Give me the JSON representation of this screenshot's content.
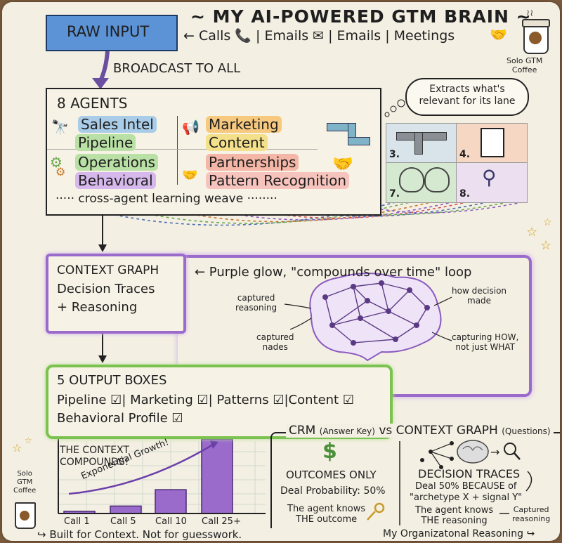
{
  "title": "~ MY AI-POWERED GTM BRAIN ~",
  "raw_input": "RAW INPUT",
  "input_sources": "← Calls 📞 | Emails ✉ | Emails | Meetings",
  "coffee_top": [
    "Solo GTM",
    "Coffee"
  ],
  "broadcast": "BROADCAST TO ALL",
  "agents": {
    "heading": "8 AGENTS",
    "items": [
      {
        "label": "Sales Intel",
        "color": "#a9cce8"
      },
      {
        "label": "Pipeline",
        "color": "#b9e0a5"
      },
      {
        "label": "Marketing",
        "color": "#f6c97f"
      },
      {
        "label": "Content",
        "color": "#f4e08a"
      },
      {
        "label": "Operations",
        "color": "#b9e0a5"
      },
      {
        "label": "Behavioral",
        "color": "#d6b8ec"
      },
      {
        "label": "Partnerships",
        "color": "#f4b6a6"
      },
      {
        "label": "Pattern Recognition",
        "color": "#f6c4bc"
      }
    ],
    "weave": "····· cross-agent learning weave ········"
  },
  "extract_bubble": [
    "Extracts what's",
    "relevant for its lane"
  ],
  "tiles": [
    "3.",
    "4.",
    "7.",
    "8."
  ],
  "context_graph": {
    "lines": [
      "CONTEXT GRAPH",
      "Decision Traces",
      "+ Reasoning"
    ],
    "note": "← Purple glow, \"compounds over time\" loop",
    "labels": {
      "captured_reasoning": [
        "captured",
        "reasoning"
      ],
      "captured_nodes": [
        "captured",
        "nades"
      ],
      "how_decision": [
        "how decision",
        "made"
      ],
      "capturing_how": [
        "capturing HOW,",
        "not just WHAT"
      ]
    }
  },
  "outputs": {
    "heading": "5 OUTPUT BOXES",
    "row1": [
      "Pipeline ☑",
      "| Marketing ☑",
      "| Patterns ☑",
      "|Content ☑"
    ],
    "row2": "Behavioral Profile ☑"
  },
  "compounds": {
    "title": [
      "THE CONTEXT",
      "COMPOUNDS!"
    ],
    "arrow_label": "Exponential Growth!",
    "coffee": [
      "Solo",
      "GTM",
      "Coffee"
    ]
  },
  "chart_data": {
    "type": "bar",
    "categories": [
      "Call 1",
      "Call 5",
      "Call 10",
      "Call 25+"
    ],
    "values": [
      3,
      10,
      32,
      100
    ]
  },
  "crm": {
    "heading_crm": "CRM",
    "heading_answer": "(Answer Key)",
    "heading_vs": "vs CONTEXT GRAPH",
    "heading_questions": "(Questions)",
    "left": {
      "symbol": "$",
      "title": "OUTCOMES ONLY",
      "prob": "Deal Probability: 50%",
      "knows": [
        "The agent knows",
        "THE outcome"
      ]
    },
    "right": {
      "title": "DECISION TRACES",
      "line1": "Deal 50% BECAUSE of",
      "line2": "\"archetype X + signal Y\"",
      "knows": [
        "The agent knows",
        "THE reasoning"
      ],
      "captured": [
        "Captured",
        "reasoning"
      ]
    }
  },
  "footer_left": "↪ Built for Context. Not for guesswork.",
  "footer_right": "My Organizatonal Reasoning ↪"
}
